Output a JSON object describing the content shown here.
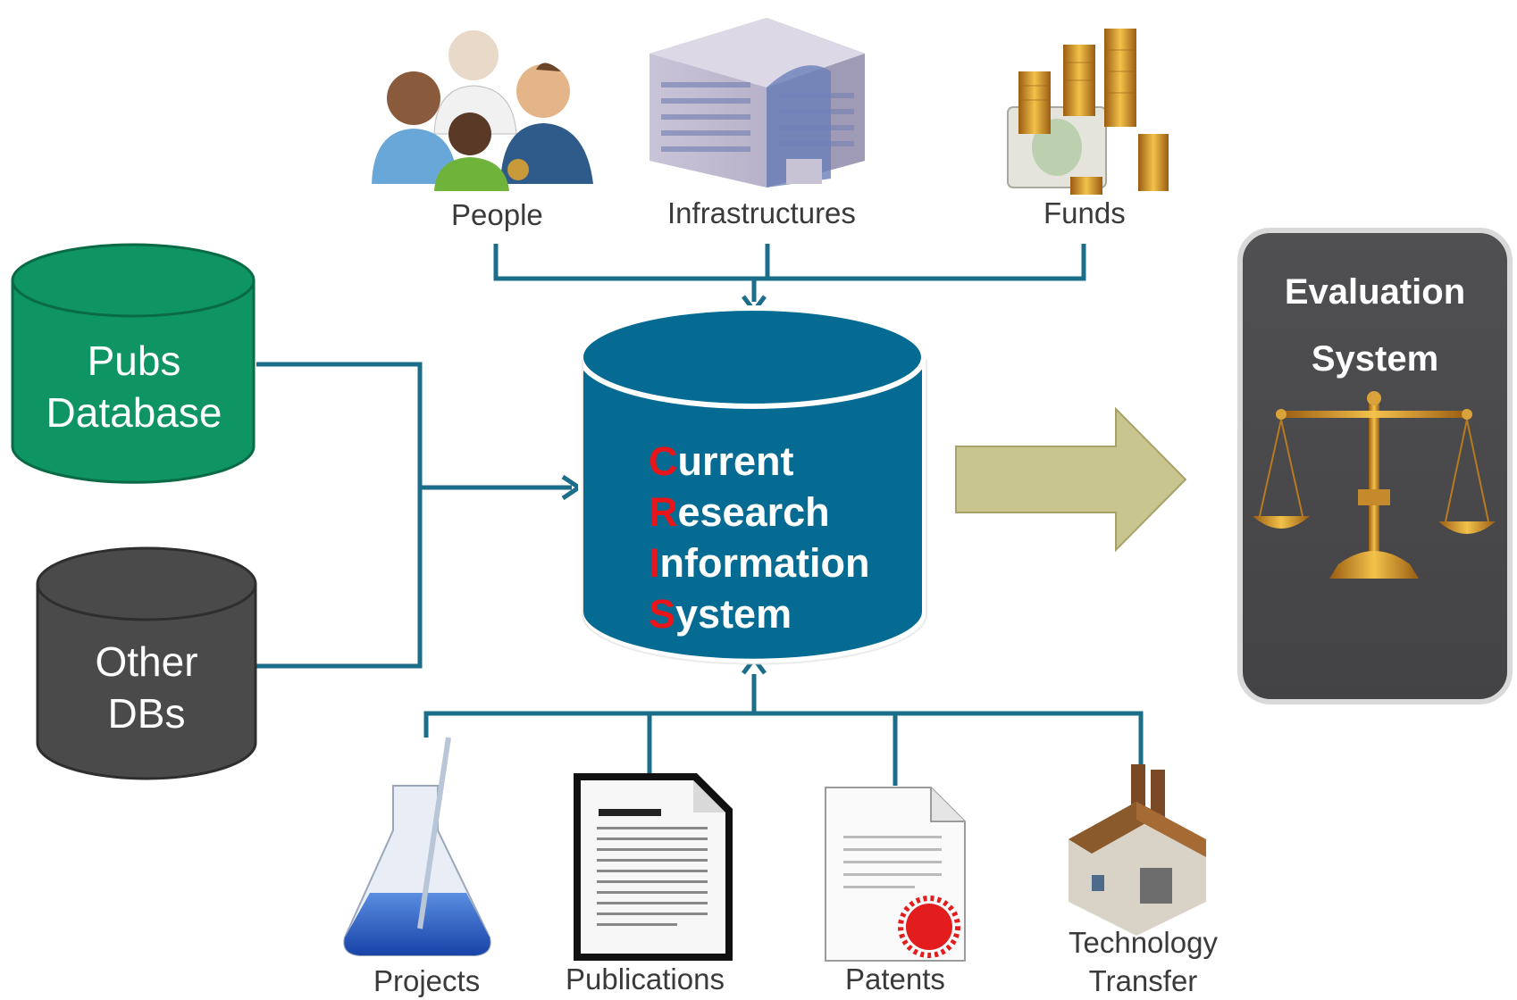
{
  "inputs_top": [
    {
      "label": "People",
      "icon": "people-icon"
    },
    {
      "label": "Infrastructures",
      "icon": "building-icon"
    },
    {
      "label": "Funds",
      "icon": "coins-money-icon"
    }
  ],
  "inputs_bottom": [
    {
      "label": "Projects",
      "icon": "flask-icon"
    },
    {
      "label": "Publications",
      "icon": "document-icon"
    },
    {
      "label": "Patents",
      "icon": "certificate-icon"
    },
    {
      "label_line1": "Technology",
      "label_line2": "Transfer",
      "icon": "factory-icon"
    }
  ],
  "databases": {
    "pubs": {
      "line1": "Pubs",
      "line2": "Database",
      "color": "#0f9463"
    },
    "other": {
      "line1": "Other",
      "line2": "DBs",
      "color": "#4a4a4b"
    }
  },
  "cris": {
    "lines": [
      {
        "cap": "C",
        "rest": "urrent"
      },
      {
        "cap": "R",
        "rest": "esearch"
      },
      {
        "cap": "I",
        "rest": "nformation"
      },
      {
        "cap": "S",
        "rest": "ystem"
      }
    ],
    "color": "#066b92",
    "accent": "#e8151b"
  },
  "evaluation": {
    "line1": "Evaluation",
    "line2": "System",
    "icon": "scales-of-justice-icon",
    "color": "#4a4a4b"
  },
  "colors": {
    "connector": "#1b6d8a",
    "arrow": "#c9c58f"
  }
}
